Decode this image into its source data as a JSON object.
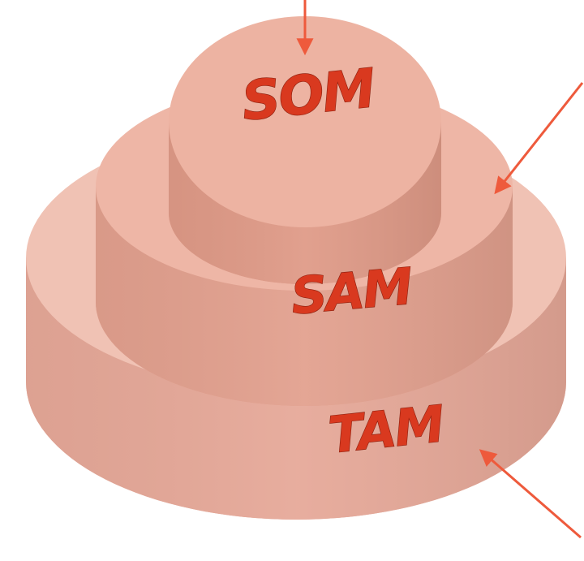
{
  "diagram": {
    "labels": {
      "top": "SOM",
      "middle": "SAM",
      "bottom": "TAM"
    },
    "colors": {
      "tier_bottom_top": "#f0c2b4",
      "tier_bottom_side": "#e6a898",
      "tier_middle_top": "#eeb6a6",
      "tier_middle_side": "#e2a08e",
      "tier_top_top": "#edb3a2",
      "tier_top_side": "#df9a87",
      "label_text": "#d9391f",
      "arrow": "#ee5a3c"
    }
  }
}
